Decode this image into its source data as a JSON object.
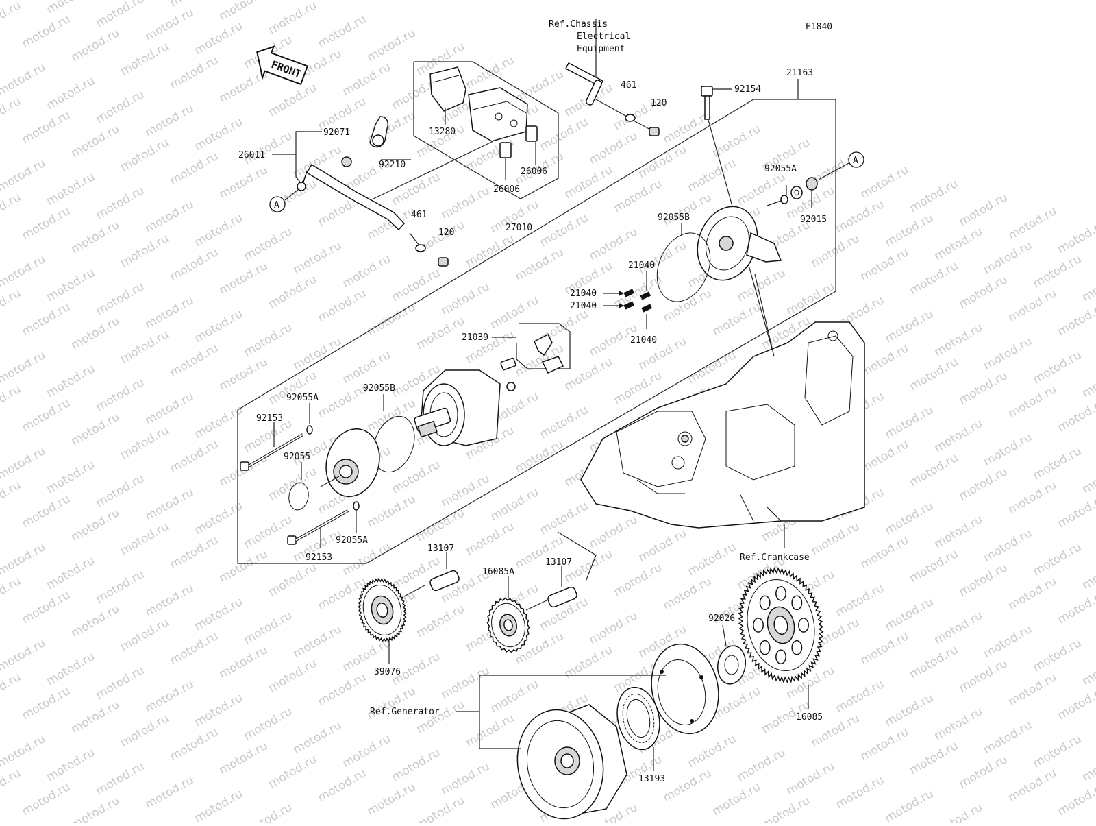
{
  "diagram": {
    "code": "E1840",
    "front_label": "FRONT",
    "watermark": "motod.ru",
    "callout_a": "A",
    "refs": {
      "chassis_1": "Ref.Chassis",
      "chassis_2": "Electrical",
      "chassis_3": "Equipment",
      "crankcase": "Ref.Crankcase",
      "generator": "Ref.Generator"
    },
    "labels": {
      "p92071": "92071",
      "p26011": "26011",
      "p92210": "92210",
      "p13280": "13280",
      "p26006a": "26006",
      "p26006b": "26006",
      "p27010": "27010",
      "p461a": "461",
      "p120a": "120",
      "p461b": "461",
      "p120b": "120",
      "p92154": "92154",
      "p21163": "21163",
      "p92055A_top": "92055A",
      "p92015": "92015",
      "p92055B_top": "92055B",
      "p21040_a": "21040",
      "p21040_b": "21040",
      "p21040_c": "21040",
      "p21040_d": "21040",
      "p21039": "21039",
      "p92055A_mid": "92055A",
      "p92055B_mid": "92055B",
      "p92153_a": "92153",
      "p92055": "92055",
      "p92055A_low": "92055A",
      "p92153_b": "92153",
      "p13107_a": "13107",
      "p13107_b": "13107",
      "p16085A": "16085A",
      "p39076": "39076",
      "p92026": "92026",
      "p16085": "16085",
      "p13193": "13193"
    }
  }
}
